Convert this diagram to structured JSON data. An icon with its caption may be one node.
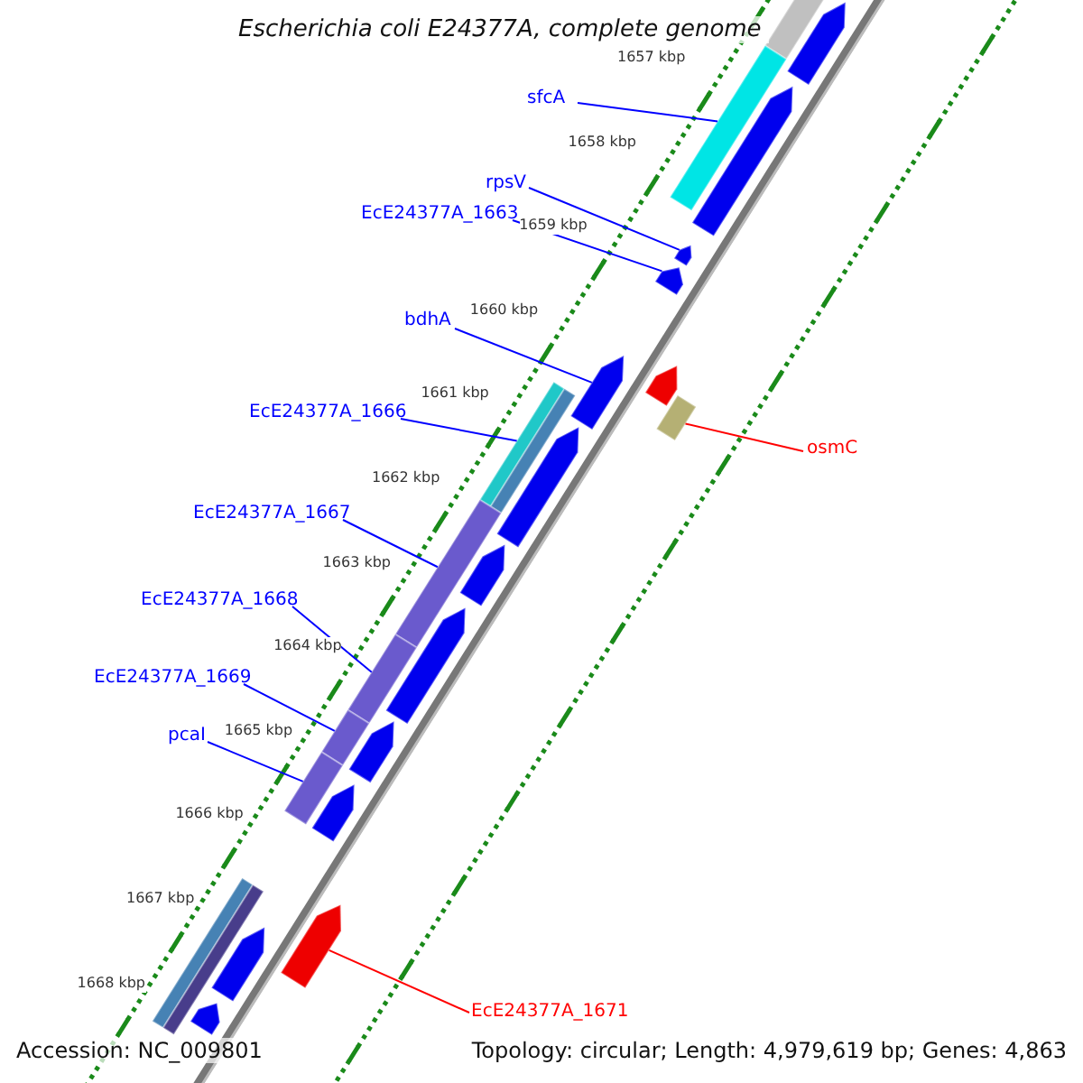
{
  "diagram": {
    "title": "Escherichia coli E24377A, complete genome",
    "nodes": [
      {
        "text": [
          "sfcA"
        ]
      },
      {
        "text": [
          "rpsV"
        ]
      },
      {
        "text": [
          "EcE24377A_1663"
        ]
      },
      {
        "text": [
          "bdhA"
        ]
      },
      {
        "text": [
          "EcE24377A_1666"
        ]
      },
      {
        "text": [
          "EcE24377A_1667"
        ]
      },
      {
        "text": [
          "EcE24377A_1668"
        ]
      },
      {
        "text": [
          "EcE24377A_1669"
        ]
      },
      {
        "text": [
          "pcaI"
        ]
      },
      {
        "text": [
          "osmC"
        ]
      },
      {
        "text": [
          "EcE24377A_1671"
        ]
      },
      {
        "text": [],
        "shape": "bar"
      },
      {
        "text": [],
        "shape": "pentagon"
      },
      {
        "text": [],
        "shape": "bar"
      },
      {
        "text": [],
        "shape": "pentagon"
      },
      {
        "text": [],
        "shape": "pentagon"
      },
      {
        "text": [],
        "shape": "pentagon"
      },
      {
        "text": [],
        "shape": "pentagon"
      },
      {
        "text": [],
        "shape": "pentagon"
      },
      {
        "text": [],
        "shape": "bar"
      },
      {
        "text": [],
        "shape": "bar"
      },
      {
        "text": [],
        "shape": "bar"
      },
      {
        "text": [],
        "shape": "pentagon"
      },
      {
        "text": [],
        "shape": "bar"
      },
      {
        "text": [],
        "shape": "bar"
      },
      {
        "text": [],
        "shape": "bar"
      },
      {
        "text": [],
        "shape": "bar"
      },
      {
        "text": [],
        "shape": "pentagon"
      },
      {
        "text": [],
        "shape": "pentagon"
      },
      {
        "text": [],
        "shape": "pentagon"
      },
      {
        "text": [],
        "shape": "pentagon"
      },
      {
        "text": [],
        "shape": "pentagon"
      },
      {
        "text": [],
        "shape": "bar"
      },
      {
        "text": [],
        "shape": "bar"
      },
      {
        "text": [],
        "shape": "pentagon"
      },
      {
        "text": [],
        "shape": "pentagon"
      }
    ],
    "edges": [
      {
        "from": 0,
        "to": 13,
        "arrow": "none"
      },
      {
        "from": 1,
        "to": 15,
        "arrow": "none"
      },
      {
        "from": 2,
        "to": 16,
        "arrow": "none"
      },
      {
        "from": 3,
        "to": 18,
        "arrow": "none"
      },
      {
        "from": 4,
        "to": 20,
        "arrow": "none"
      },
      {
        "from": 5,
        "to": 23,
        "arrow": "none"
      },
      {
        "from": 6,
        "to": 24,
        "arrow": "none"
      },
      {
        "from": 7,
        "to": 25,
        "arrow": "none"
      },
      {
        "from": 8,
        "to": 26,
        "arrow": "none"
      },
      {
        "from": 9,
        "to": 19,
        "arrow": "none",
        "color": "#ff0000"
      },
      {
        "from": 10,
        "to": 31,
        "arrow": "none",
        "color": "#ff0000"
      }
    ],
    "labels": [
      "1657 kbp",
      "1658 kbp",
      "1659 kbp",
      "1660 kbp",
      "1661 kbp",
      "1662 kbp",
      "1663 kbp",
      "1664 kbp",
      "1665 kbp",
      "1666 kbp",
      "1667 kbp",
      "1668 kbp",
      "Accession: NC_009801",
      "Topology: circular; Length: 4,979,619 bp; Genes: 4,863"
    ]
  }
}
